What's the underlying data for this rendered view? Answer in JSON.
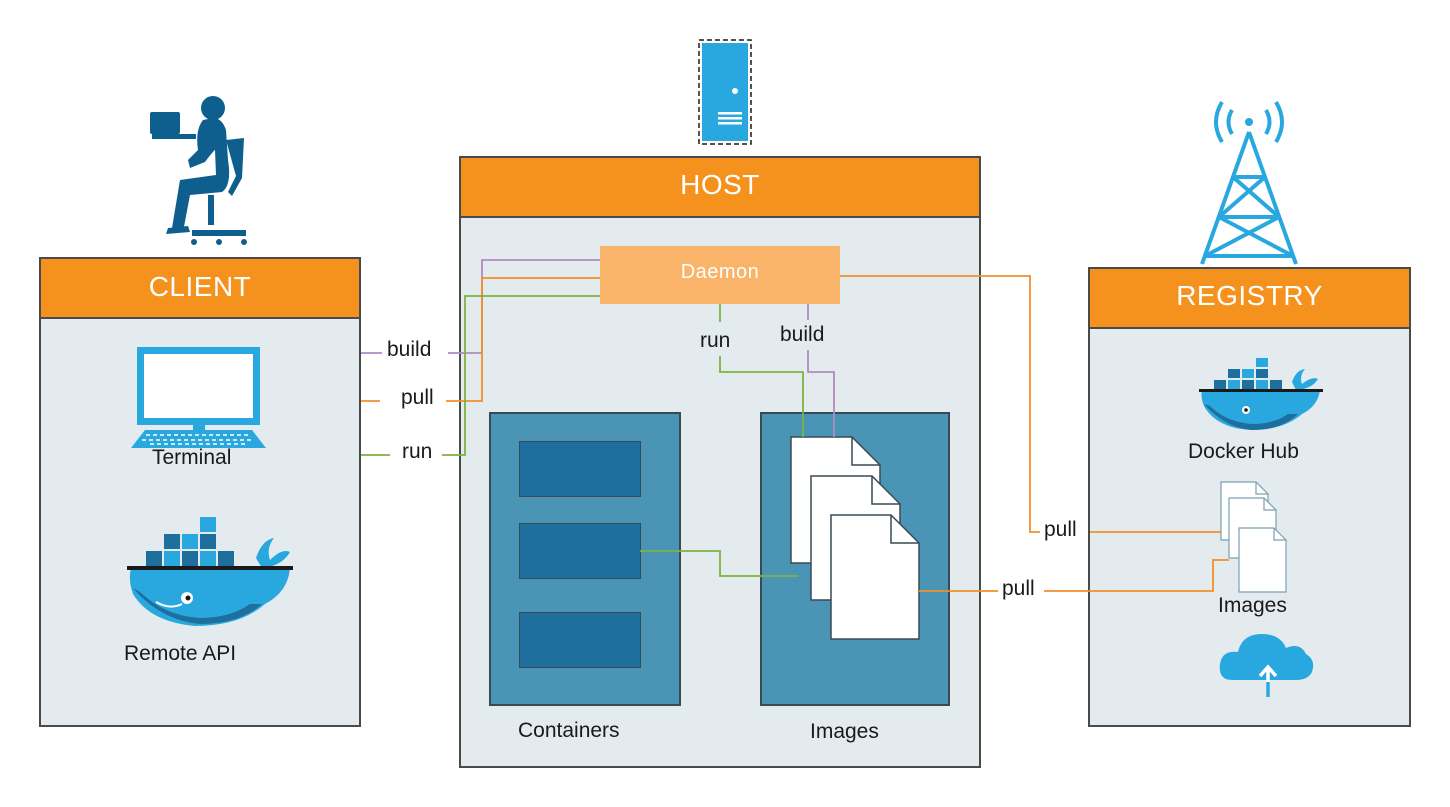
{
  "client": {
    "title": "CLIENT",
    "terminal_label": "Terminal",
    "remote_api_label": "Remote API"
  },
  "host": {
    "title": "HOST",
    "daemon_label": "Daemon",
    "containers_label": "Containers",
    "images_label": "Images"
  },
  "registry": {
    "title": "REGISTRY",
    "docker_hub_label": "Docker Hub",
    "images_label": "Images"
  },
  "connectors": {
    "client_build": "build",
    "client_pull": "pull",
    "client_run": "run",
    "daemon_run": "run",
    "daemon_build": "build",
    "registry_pull_upper": "pull",
    "registry_pull_lower": "pull"
  },
  "colors": {
    "orange": "#f5921e",
    "daemon": "#f9b469",
    "panel_bg": "#e3ebef",
    "box_blue": "#4a94b5",
    "container_blue": "#1e6f9e",
    "icon_blue": "#29a8e0",
    "dark_blue": "#0e5f8e",
    "line_purple": "#b08ac0",
    "line_orange": "#f0902a",
    "line_green": "#7cb342"
  }
}
